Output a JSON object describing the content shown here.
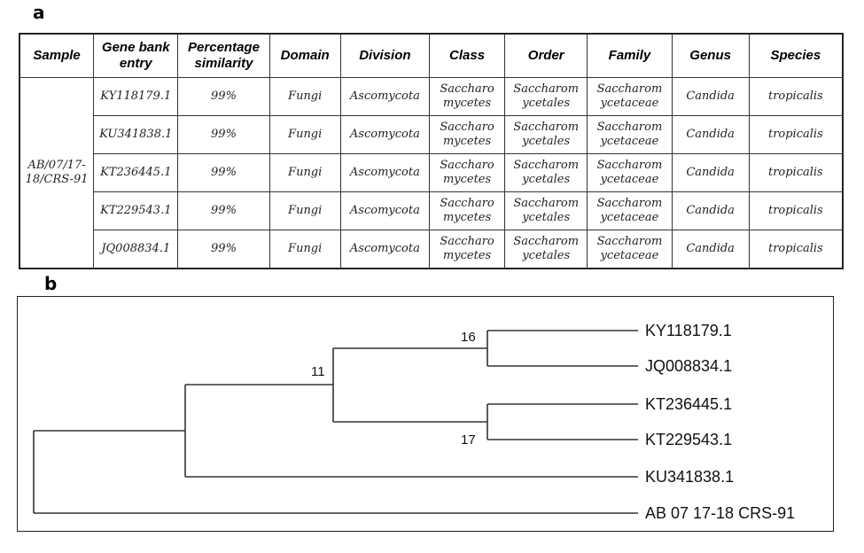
{
  "panel_a": {
    "label": "a",
    "headers": [
      "Sample",
      "Gene bank entry",
      "Percentage similarity",
      "Domain",
      "Division",
      "Class",
      "Order",
      "Family",
      "Genus",
      "Species"
    ],
    "sample": "AB/07/17-18/CRS-91",
    "rows": [
      {
        "entry": "KY118179.1",
        "similarity": "99%",
        "domain": "Fungi",
        "division": "Ascomycota",
        "class": "Saccharo mycetes",
        "order": "Saccharom ycetales",
        "family": "Saccharom ycetaceae",
        "genus": "Candida",
        "species": "tropicalis"
      },
      {
        "entry": "KU341838.1",
        "similarity": "99%",
        "domain": "Fungi",
        "division": "Ascomycota",
        "class": "Saccharo mycetes",
        "order": "Saccharom ycetales",
        "family": "Saccharom ycetaceae",
        "genus": "Candida",
        "species": "tropicalis"
      },
      {
        "entry": "KT236445.1",
        "similarity": "99%",
        "domain": "Fungi",
        "division": "Ascomycota",
        "class": "Saccharo mycetes",
        "order": "Saccharom ycetales",
        "family": "Saccharom ycetaceae",
        "genus": "Candida",
        "species": "tropicalis"
      },
      {
        "entry": "KT229543.1",
        "similarity": "99%",
        "domain": "Fungi",
        "division": "Ascomycota",
        "class": "Saccharo mycetes",
        "order": "Saccharom ycetales",
        "family": "Saccharom ycetaceae",
        "genus": "Candida",
        "species": "tropicalis"
      },
      {
        "entry": "JQ008834.1",
        "similarity": "99%",
        "domain": "Fungi",
        "division": "Ascomycota",
        "class": "Saccharo mycetes",
        "order": "Saccharom ycetales",
        "family": "Saccharom ycetaceae",
        "genus": "Candida",
        "species": "tropicalis"
      }
    ]
  },
  "panel_b": {
    "label": "b",
    "leaves": [
      "KY118179.1",
      "JQ008834.1",
      "KT236445.1",
      "KT229543.1",
      "KU341838.1",
      "AB 07 17-18 CRS-91"
    ],
    "bootstrap": {
      "node_a": "16",
      "node_b": "11",
      "node_c": "17"
    }
  }
}
